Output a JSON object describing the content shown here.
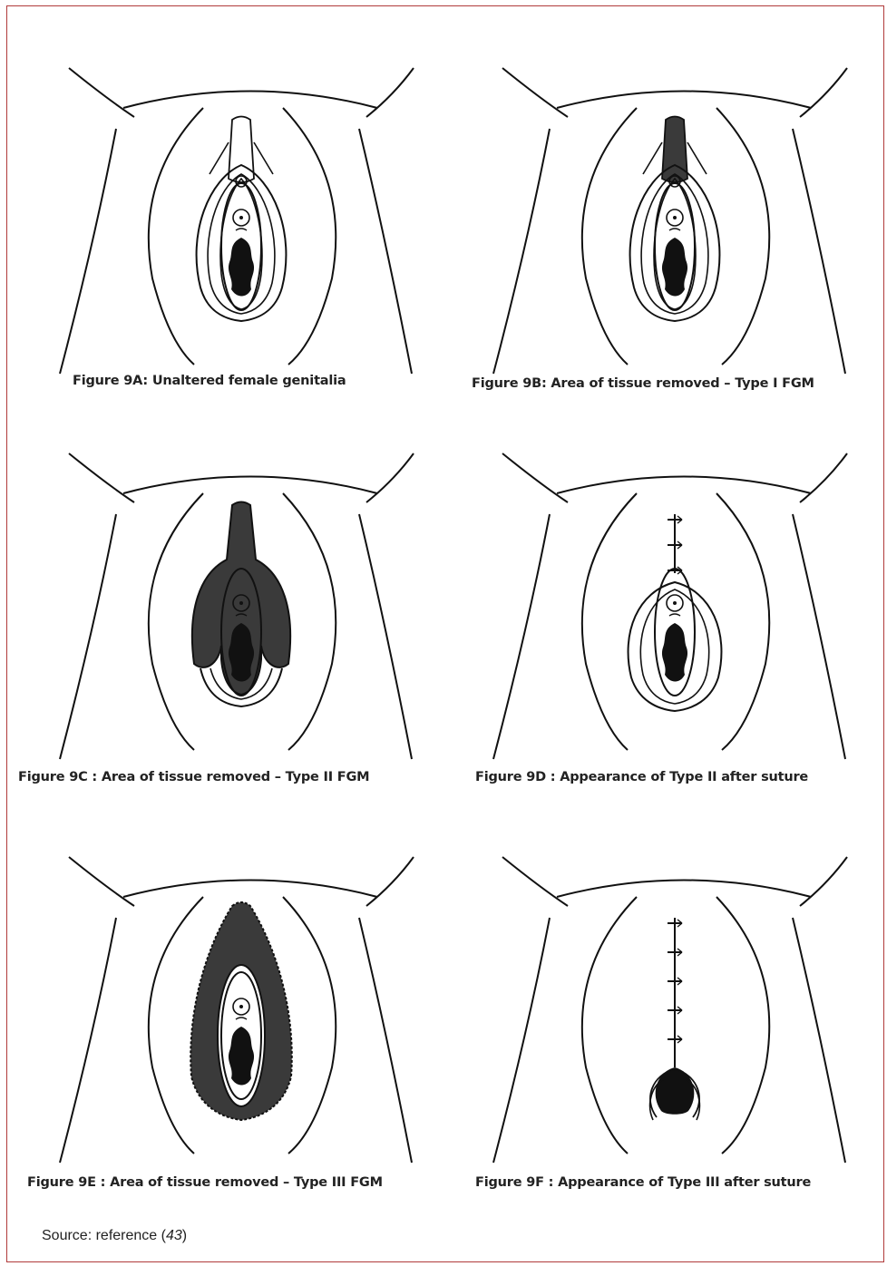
{
  "figures": [
    {
      "id": "9A",
      "caption": "Figure 9A: Unaltered female genitalia",
      "variant": "unaltered"
    },
    {
      "id": "9B",
      "caption": "Figure 9B: Area of tissue removed – Type I FGM",
      "variant": "type1"
    },
    {
      "id": "9C",
      "caption": "Figure  9C  : Area of tissue removed – Type II FGM",
      "variant": "type2"
    },
    {
      "id": "9D",
      "caption": "Figure 9D :  Appearance of Type II after suture",
      "variant": "type2-sutured"
    },
    {
      "id": "9E",
      "caption": "Figure  9E  : Area of tissue removed – Type III FGM",
      "variant": "type3"
    },
    {
      "id": "9F",
      "caption": "Figure 9F :  Appearance of Type III after suture",
      "variant": "type3-sutured"
    }
  ],
  "source": {
    "prefix": "Source: reference (",
    "ref": "43",
    "suffix": ")"
  },
  "colors": {
    "border": "#b03a3a",
    "ink": "#111111",
    "shade": "#3a3a3a"
  }
}
